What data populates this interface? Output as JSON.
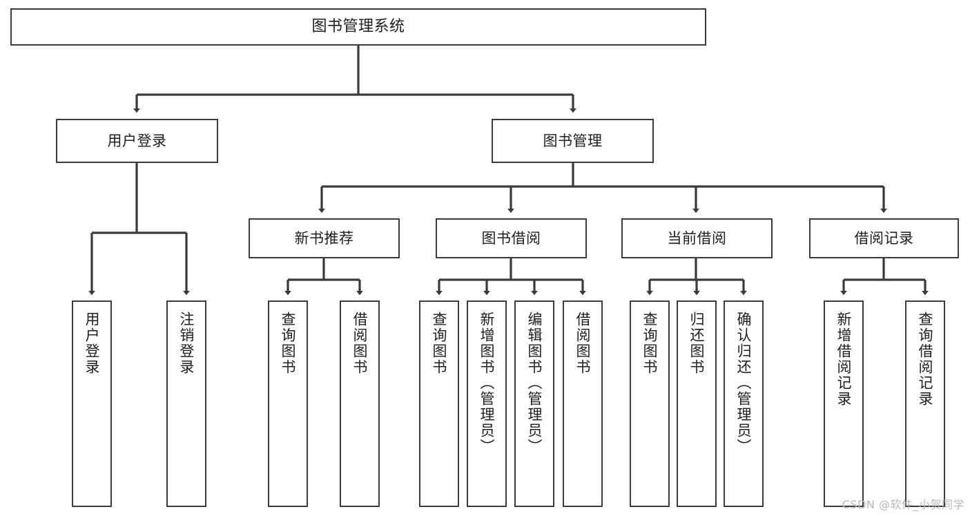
{
  "diagram": {
    "type": "tree",
    "title": "图书管理系统",
    "orientation": "top-down",
    "background_color": "#ffffff",
    "node_border_color": "#3a3a3a",
    "node_fill_color": "#ffffff",
    "edge_color": "#3a3a3a",
    "root": {
      "id": "root",
      "label": "图书管理系统",
      "text_direction": "horizontal"
    },
    "level1": [
      {
        "id": "user-login",
        "label": "用户登录",
        "text_direction": "horizontal"
      },
      {
        "id": "book-manage",
        "label": "图书管理",
        "text_direction": "horizontal"
      }
    ],
    "level2": [
      {
        "id": "new-book-recommend",
        "label": "新书推荐",
        "parent": "book-manage",
        "text_direction": "horizontal"
      },
      {
        "id": "book-borrow",
        "label": "图书借阅",
        "parent": "book-manage",
        "text_direction": "horizontal"
      },
      {
        "id": "current-borrow",
        "label": "当前借阅",
        "parent": "book-manage",
        "text_direction": "horizontal"
      },
      {
        "id": "borrow-record",
        "label": "借阅记录",
        "parent": "book-manage",
        "text_direction": "horizontal"
      }
    ],
    "leaves": [
      {
        "id": "leaf-user-login",
        "label": "用户登录",
        "parent": "user-login",
        "text_direction": "vertical"
      },
      {
        "id": "leaf-user-logout",
        "label": "注销登录",
        "parent": "user-login",
        "text_direction": "vertical"
      },
      {
        "id": "leaf-query-book-1",
        "label": "查询图书",
        "parent": "new-book-recommend",
        "text_direction": "vertical"
      },
      {
        "id": "leaf-borrow-book-1",
        "label": "借阅图书",
        "parent": "new-book-recommend",
        "text_direction": "vertical"
      },
      {
        "id": "leaf-query-book-2",
        "label": "查询图书",
        "parent": "book-borrow",
        "text_direction": "vertical"
      },
      {
        "id": "leaf-add-book",
        "label": "新增图书（管理员）",
        "parent": "book-borrow",
        "text_direction": "vertical"
      },
      {
        "id": "leaf-edit-book",
        "label": "编辑图书（管理员）",
        "parent": "book-borrow",
        "text_direction": "vertical"
      },
      {
        "id": "leaf-borrow-book-2",
        "label": "借阅图书",
        "parent": "book-borrow",
        "text_direction": "vertical"
      },
      {
        "id": "leaf-query-book-3",
        "label": "查询图书",
        "parent": "current-borrow",
        "text_direction": "vertical"
      },
      {
        "id": "leaf-return-book",
        "label": "归还图书",
        "parent": "current-borrow",
        "text_direction": "vertical"
      },
      {
        "id": "leaf-confirm-return",
        "label": "确认归还（管理员）",
        "parent": "current-borrow",
        "text_direction": "vertical"
      },
      {
        "id": "leaf-add-record",
        "label": "新增借阅记录",
        "parent": "borrow-record",
        "text_direction": "vertical"
      },
      {
        "id": "leaf-query-record",
        "label": "查询借阅记录",
        "parent": "borrow-record",
        "text_direction": "vertical"
      }
    ]
  },
  "watermark": {
    "text": "CSDN @软件_小贺同学"
  }
}
